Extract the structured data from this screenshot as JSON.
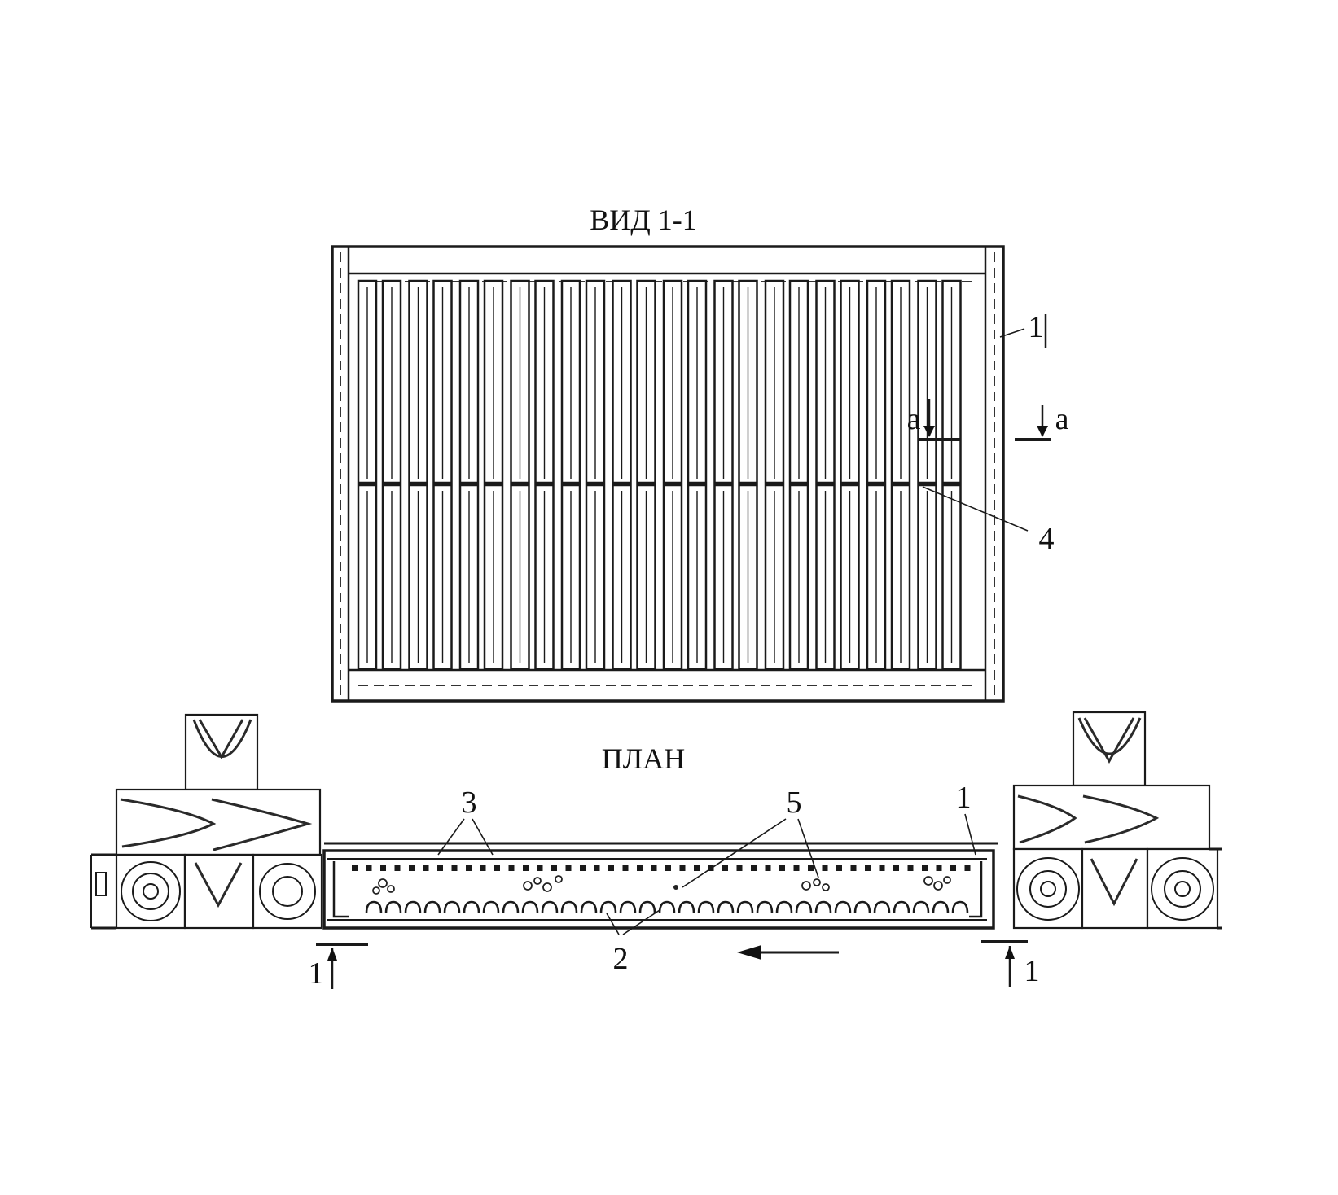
{
  "view": {
    "title": "ВИД 1-1",
    "label_1": "1",
    "label_a_left": "а",
    "label_a_right": "а",
    "label_4": "4"
  },
  "plan": {
    "title": "ПЛАН",
    "label_3": "3",
    "label_5": "5",
    "label_1": "1",
    "label_2": "2",
    "label_section_left": "1",
    "label_section_right": "1"
  }
}
